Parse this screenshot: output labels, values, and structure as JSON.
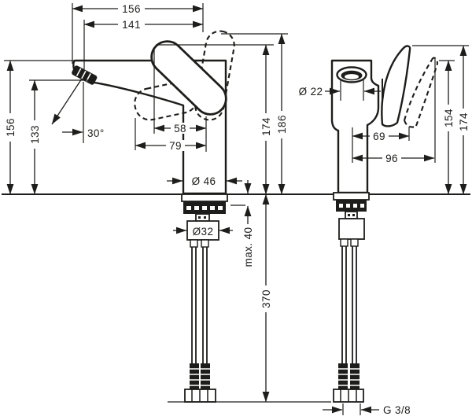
{
  "drawing": {
    "type": "technical-dimension-diagram",
    "subject": "single-hole basin mixer faucet, side view and front view with hose tails",
    "colors": {
      "ink": "#1d1d1b",
      "paper": "#ffffff"
    }
  },
  "side_view": {
    "overall_width": "156",
    "spout_reach": "141",
    "overall_height": "156",
    "spout_height": "133",
    "spray_angle": "30°",
    "handle_dim_inner": "58",
    "handle_dim_outer": "79",
    "base_diameter": "Ø 46",
    "shank_diameter": "Ø32",
    "height_to_lever": "174",
    "height_to_handle": "186",
    "counter_thickness": "max. 40",
    "hose_length": "370"
  },
  "front_view": {
    "spout_diameter": "Ø 22",
    "lever_offset_inner": "69",
    "lever_offset_outer": "96",
    "spout_top_height": "154",
    "lever_tip_height": "174",
    "connection_thread": "G 3/8"
  }
}
